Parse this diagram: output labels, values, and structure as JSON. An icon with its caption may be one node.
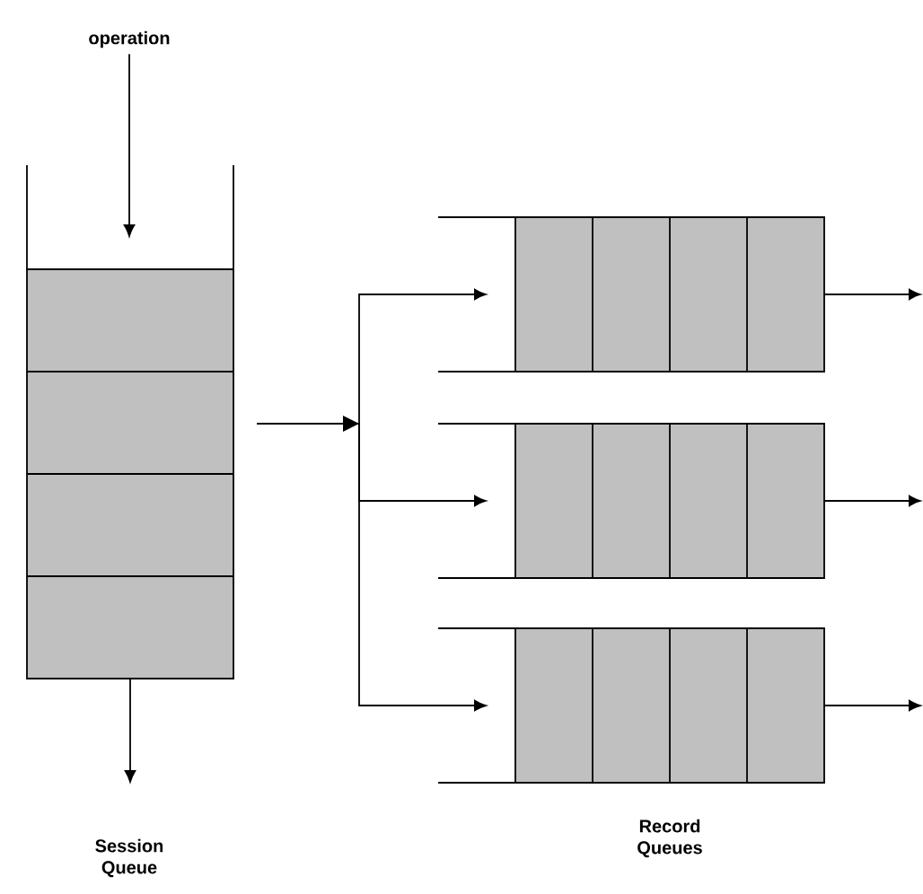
{
  "diagram": {
    "nodes": [
      {
        "text": [
          "operation"
        ]
      },
      {
        "text": [],
        "shape": "box"
      },
      {
        "text": [],
        "shape": "box"
      },
      {
        "text": [],
        "shape": "box"
      },
      {
        "text": [],
        "shape": "box"
      }
    ],
    "edges": [
      {
        "from": 0,
        "to": 1,
        "arrow": "to"
      },
      {
        "from": 1,
        "to": null,
        "arrow": "to"
      },
      {
        "from": 1,
        "to": 2,
        "arrow": "to"
      },
      {
        "from": 1,
        "to": 3,
        "arrow": "to"
      },
      {
        "from": 1,
        "to": 4,
        "arrow": "to"
      },
      {
        "from": 2,
        "to": null,
        "arrow": "to"
      },
      {
        "from": 3,
        "to": null,
        "arrow": "to"
      },
      {
        "from": 4,
        "to": null,
        "arrow": "to"
      }
    ],
    "labels": [
      "Session Queue",
      "Record Queues"
    ]
  }
}
